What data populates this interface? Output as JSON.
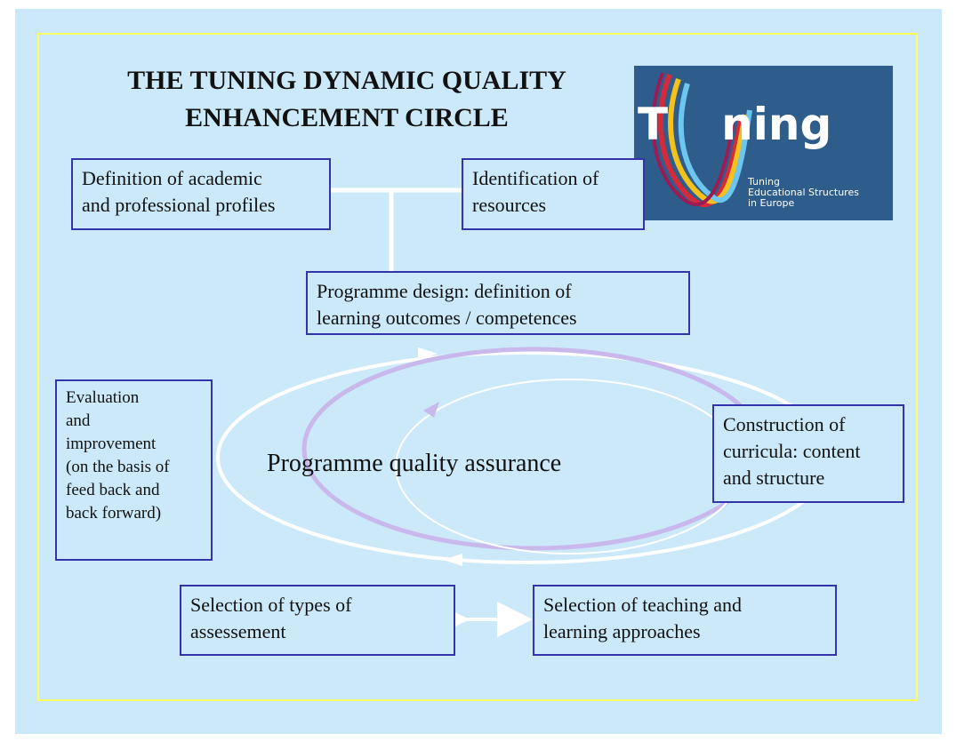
{
  "title_lines": {
    "line1": "THE TUNING DYNAMIC QUALITY",
    "line2": "ENHANCEMENT CIRCLE"
  },
  "logo": {
    "word_t": "T",
    "word_rest": "ning",
    "sub_line1": "Tuning",
    "sub_line2": "Educational Structures",
    "sub_line3": "in Europe"
  },
  "boxes": {
    "profiles": {
      "line1": "Definition of academic",
      "line2": "and professional profiles"
    },
    "resources": {
      "line1": "Identification of",
      "line2": "resources"
    },
    "design": {
      "line1": "Programme design: definition of",
      "line2": "learning outcomes / competences"
    },
    "evaluation": {
      "line1": "Evaluation",
      "line2": "and",
      "line3": "improvement",
      "line4": "(on the basis of",
      "line5": "feed back and",
      "line6": "back forward)"
    },
    "construction": {
      "line1": "Construction of",
      "line2": "curricula: content",
      "line3": "and structure"
    },
    "assessment": {
      "line1": "Selection of types of",
      "line2": "assessement"
    },
    "teaching": {
      "line1": "Selection of teaching and",
      "line2": "learning approaches"
    }
  },
  "center_label": "Programme quality assurance",
  "colors": {
    "background": "#cce9f9",
    "frame": "#ffff66",
    "box_border": "#3333aa",
    "logo_bg": "#2e5d8c",
    "ellipse_white": "#ffffff",
    "ellipse_lavender": "#c9b8ec"
  }
}
